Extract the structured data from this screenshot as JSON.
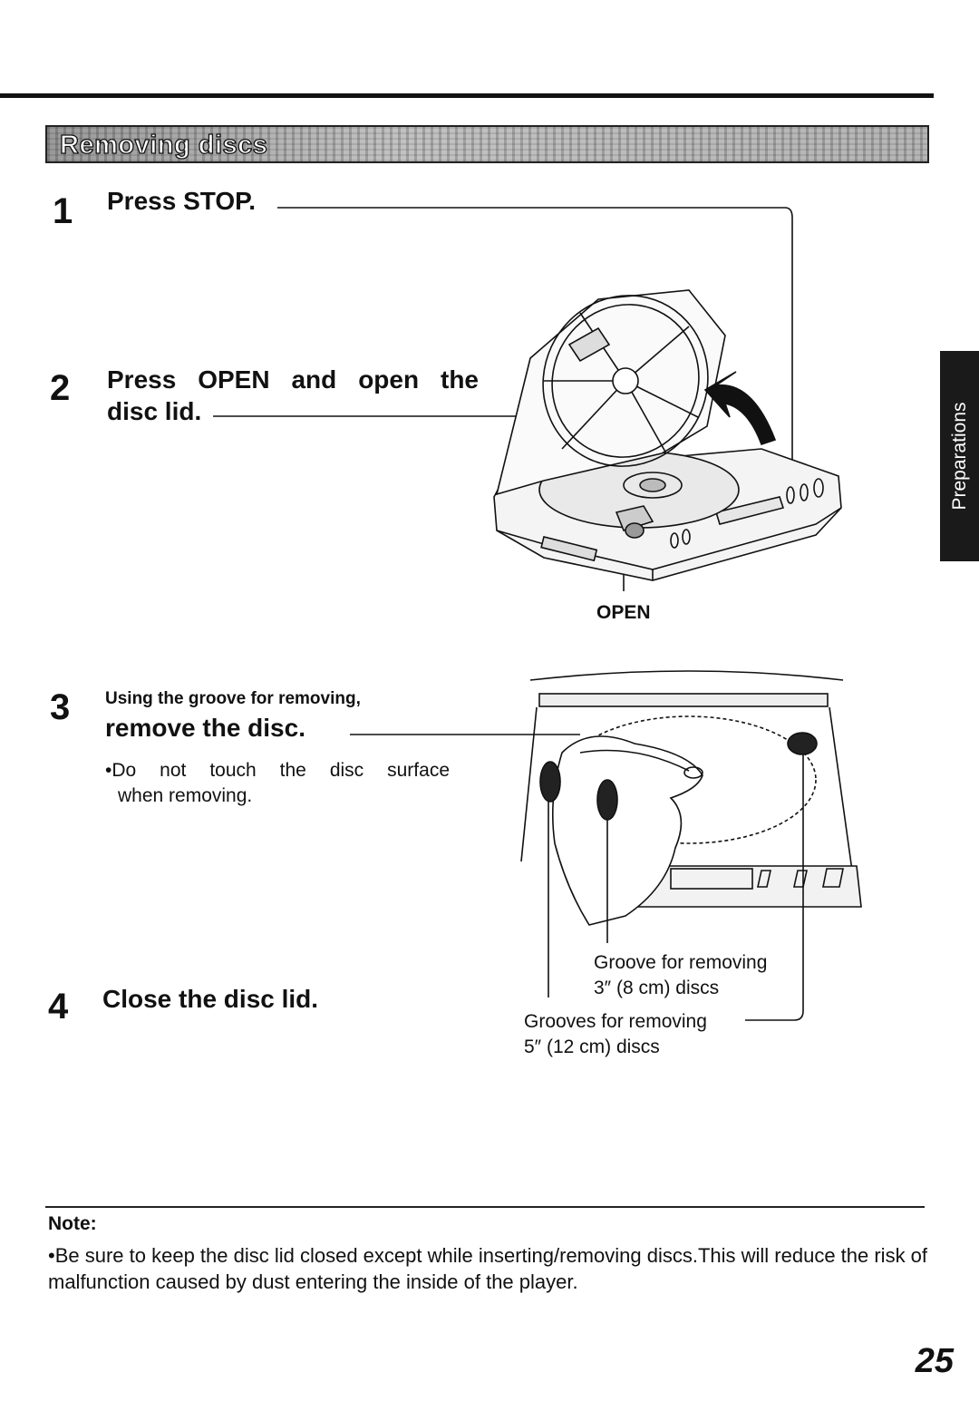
{
  "section": {
    "title": "Removing discs"
  },
  "side_tab": {
    "label": "Preparations"
  },
  "steps": [
    {
      "number": "1",
      "text": "Press STOP."
    },
    {
      "number": "2",
      "line1": "Press OPEN and open the",
      "line2": "disc lid."
    },
    {
      "number": "3",
      "subheading": "Using the groove for removing,",
      "text": "remove the disc.",
      "bullet_line1": "•Do not touch the disc surface",
      "bullet_line2": "when removing."
    },
    {
      "number": "4",
      "text": "Close the disc lid."
    }
  ],
  "labels": {
    "open": "OPEN",
    "groove_3_line1": "Groove for removing",
    "groove_3_line2": "3″ (8 cm) discs",
    "groove_5_line1": "Grooves for removing",
    "groove_5_line2": "5″ (12 cm) discs"
  },
  "note": {
    "label": "Note:",
    "text": "•Be sure to keep the disc lid closed except while inserting/removing discs.This will reduce the risk of malfunction caused by dust entering the inside of the player."
  },
  "page_number": "25"
}
